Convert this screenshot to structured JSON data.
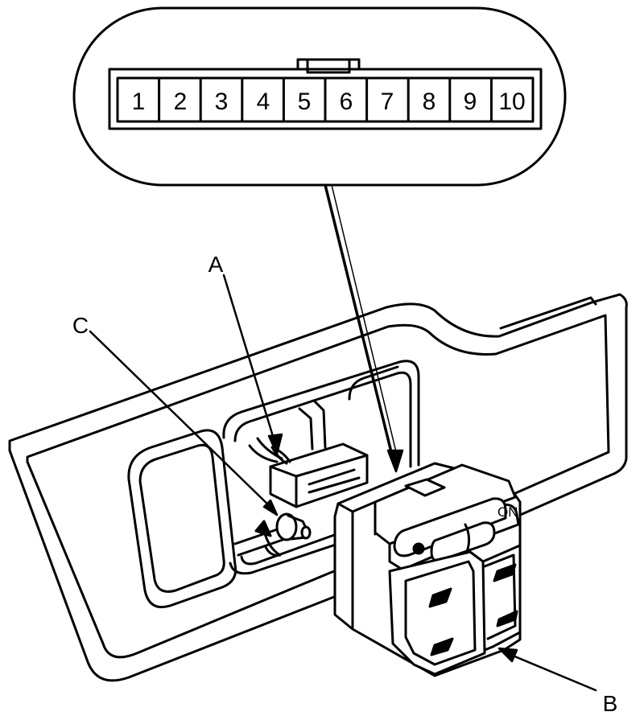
{
  "connector": {
    "pins": [
      "1",
      "2",
      "3",
      "4",
      "5",
      "6",
      "7",
      "8",
      "9",
      "10"
    ]
  },
  "callouts": {
    "a": "A",
    "b": "B",
    "c": "C"
  },
  "switch_label": "ON",
  "colors": {
    "line": "#000000",
    "background": "#ffffff"
  }
}
